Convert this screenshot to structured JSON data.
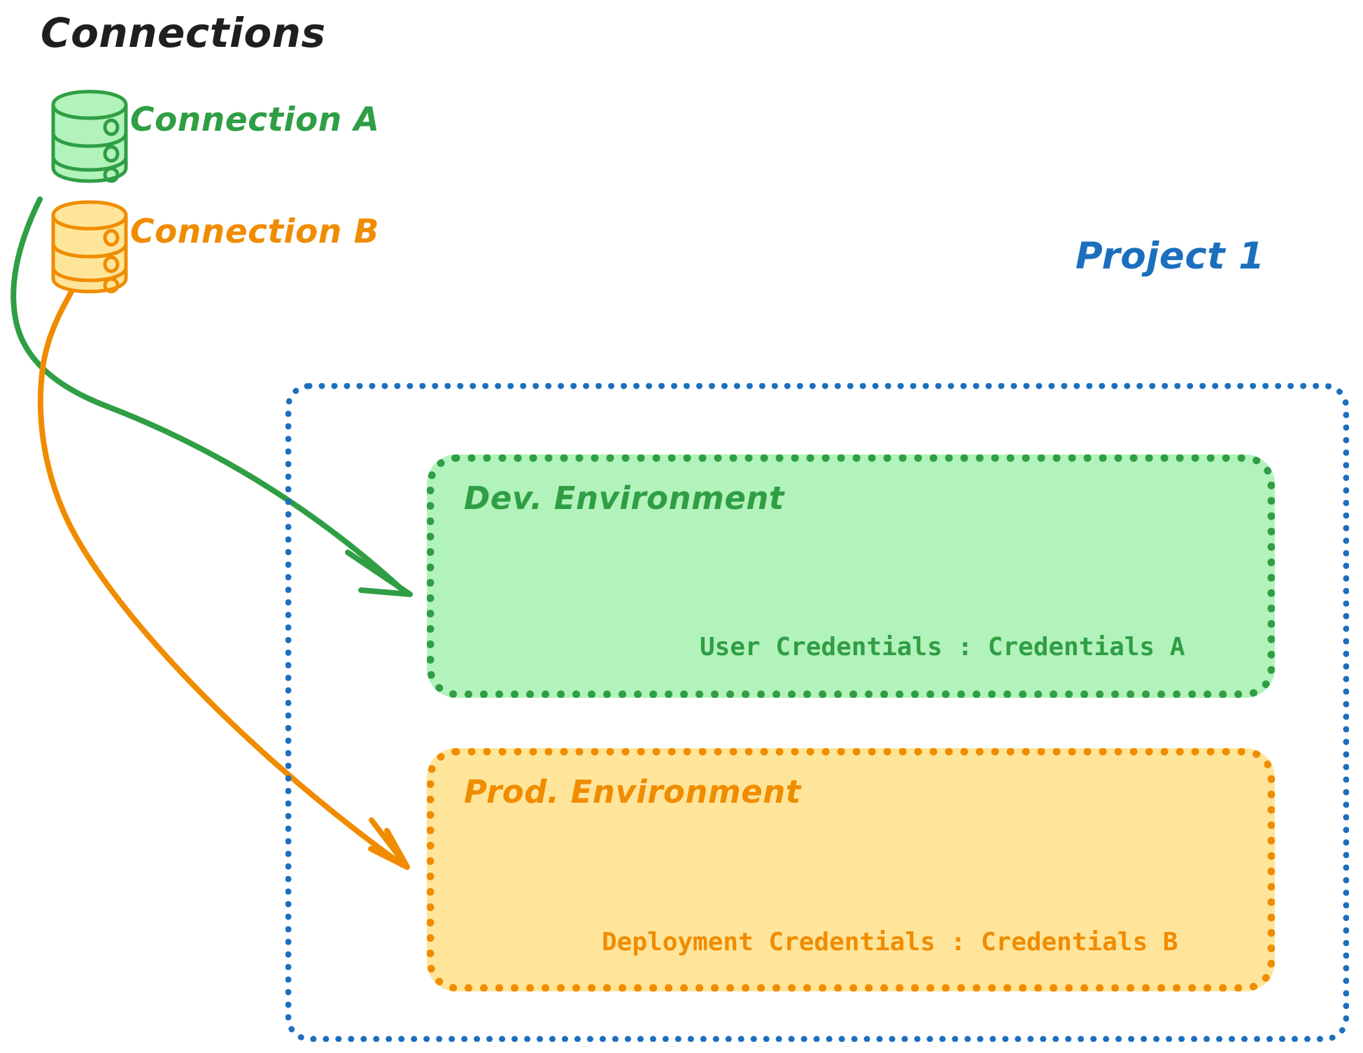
{
  "title": "Connections",
  "connections": [
    {
      "label": "Connection A",
      "color": "#2f9e44",
      "icon": "database-icon"
    },
    {
      "label": "Connection B",
      "color": "#f08c00",
      "icon": "database-icon"
    }
  ],
  "project": {
    "label": "Project 1",
    "color": "#1c6fbd",
    "environments": [
      {
        "name": "Dev. Environment",
        "color": "#2f9e44",
        "fill": "#b2f2bb",
        "credential_label": "User Credentials",
        "credential_separator": ":",
        "credential_value": "Credentials A",
        "credential_text": "User Credentials : Credentials A"
      },
      {
        "name": "Prod. Environment",
        "color": "#f08c00",
        "fill": "#ffe59a",
        "credential_label": "Deployment Credentials",
        "credential_separator": ":",
        "credential_value": "Credentials B",
        "credential_text": "Deployment Credentials : Credentials B"
      }
    ]
  },
  "arrows": [
    {
      "name": "connection-a-to-dev-environment",
      "color": "#2f9e44",
      "from": "Connection A",
      "to": "Dev. Environment"
    },
    {
      "name": "connection-b-to-prod-environment",
      "color": "#f08c00",
      "from": "Connection B",
      "to": "Prod. Environment"
    }
  ],
  "colors": {
    "title": "#1f1f1f",
    "green_stroke": "#2f9e44",
    "green_fill": "#b2f2bb",
    "orange_stroke": "#f08c00",
    "orange_fill": "#ffe59a",
    "blue_stroke": "#1c6fbd",
    "background": "#ffffff"
  }
}
